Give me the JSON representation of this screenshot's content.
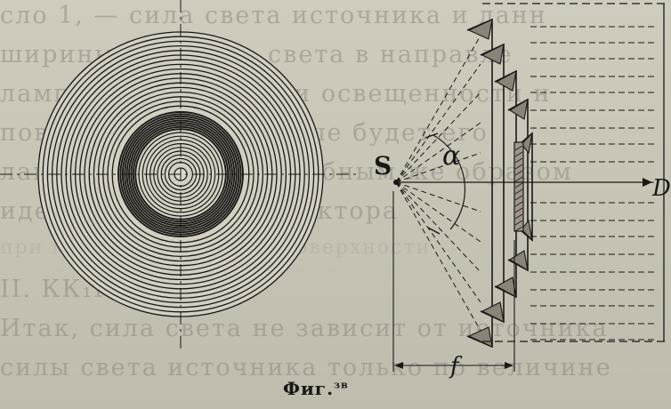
{
  "background_text": [
    {
      "text": "сло 1, — сила света источника и данн",
      "faint": false
    },
    {
      "text": "ширины  I₁ — сила  света  в  направле",
      "faint": false
    },
    {
      "text": "ламп; при отношении   освещенности   н",
      "faint": false
    },
    {
      "text": "поверхности, и  то  выше  будет   его",
      "faint": false
    },
    {
      "text": "лампы.  При  этом  подобным  же  образом",
      "faint": false
    },
    {
      "text": "идея  светового  прожектора",
      "faint": false
    },
    {
      "text": "при  малом  зеркальной  поверхности",
      "faint": true
    },
    {
      "text": "          II. КК₁ГГ₁",
      "faint": false
    },
    {
      "text": "Итак, сила  света  не  зависит  от  источника",
      "faint": false
    },
    {
      "text": "силы  света  источника  только  по  величине",
      "faint": false
    }
  ],
  "labels": {
    "source": "S",
    "angle": "α",
    "direction": "D",
    "focal": "f"
  },
  "caption": {
    "text": "Фиг.",
    "superscript": "зв"
  },
  "colors": {
    "ink": "#1a1816",
    "paper": "#c9c6b8",
    "background_text": "#8f8b80"
  }
}
